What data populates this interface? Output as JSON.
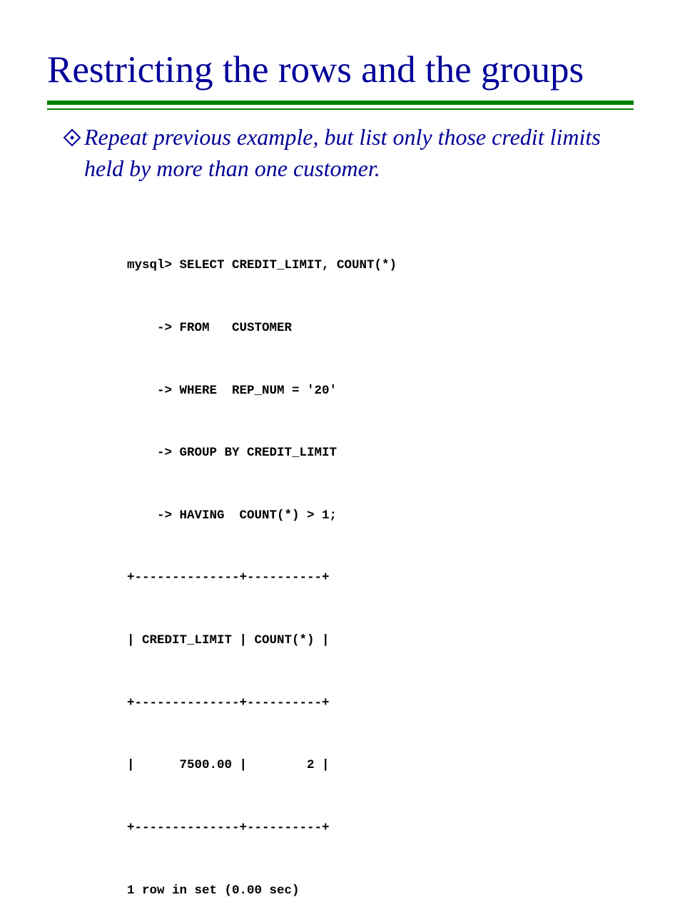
{
  "slide": {
    "title": "Restricting the rows and the groups",
    "bullet": {
      "icon": "diamond-outline-bullet-icon",
      "text": "Repeat previous example, but list only those credit limits held by more than one customer."
    },
    "code_lines": [
      "mysql> SELECT CREDIT_LIMIT, COUNT(*)",
      "    -> FROM   CUSTOMER",
      "    -> WHERE  REP_NUM = '20'",
      "    -> GROUP BY CREDIT_LIMIT",
      "    -> HAVING  COUNT(*) > 1;",
      "+--------------+----------+",
      "| CREDIT_LIMIT | COUNT(*) |",
      "+--------------+----------+",
      "|      7500.00 |        2 |",
      "+--------------+----------+",
      "1 row in set (0.00 sec)"
    ]
  },
  "colors": {
    "title": "#000099",
    "bullet_text": "#000099",
    "rule": "#008000",
    "code": "#000000",
    "background": "#ffffff"
  }
}
